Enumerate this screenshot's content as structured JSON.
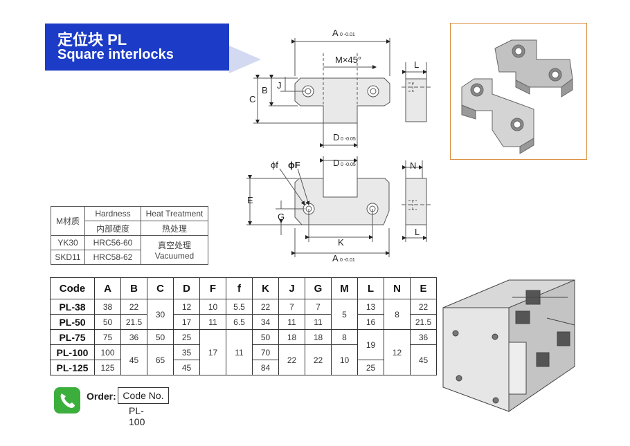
{
  "header": {
    "title_cn": "定位块 PL",
    "title_en": "Square interlocks"
  },
  "drawing_labels": {
    "A_top": "A",
    "A_tol": "0 -0.01",
    "M": "M×45°",
    "L": "L",
    "J": "J",
    "B": "B",
    "C": "C",
    "D1": "D",
    "D_tol": "0 -0.05",
    "D2": "D",
    "phi_f": "ϕf",
    "phi_F": "ϕF",
    "N": "N",
    "E": "E",
    "G": "G",
    "K": "K",
    "L2": "L",
    "A_bottom": "A"
  },
  "material_table": {
    "col_material": "M材质",
    "col_hardness": "Hardness",
    "col_hardness_cn": "内部硬度",
    "col_heat": "Heat Treatment",
    "col_heat_cn": "热处理",
    "rows": [
      {
        "material": "YK30",
        "hardness": "HRC56-60"
      },
      {
        "material": "SKD11",
        "hardness": "HRC58-62"
      }
    ],
    "heat_cn": "真空处理",
    "heat_en": "Vacuumed"
  },
  "spec_table": {
    "headers": [
      "Code",
      "A",
      "B",
      "C",
      "D",
      "F",
      "f",
      "K",
      "J",
      "G",
      "M",
      "L",
      "N",
      "E"
    ],
    "codes": [
      "PL-38",
      "PL-50",
      "PL-75",
      "PL-100",
      "PL-125"
    ],
    "A": [
      "38",
      "50",
      "75",
      "100",
      "125"
    ],
    "B": [
      "22",
      "21.5",
      "36",
      "45"
    ],
    "C": [
      "30",
      "50",
      "65"
    ],
    "D": [
      "12",
      "17",
      "25",
      "35",
      "45"
    ],
    "F": [
      "10",
      "11",
      "17"
    ],
    "f": [
      "5.5",
      "6.5",
      "11"
    ],
    "K": [
      "22",
      "34",
      "50",
      "70",
      "84"
    ],
    "J": [
      "7",
      "11",
      "18",
      "22"
    ],
    "G": [
      "7",
      "11",
      "18",
      "22"
    ],
    "M": [
      "5",
      "8",
      "10"
    ],
    "L": [
      "13",
      "16",
      "19",
      "25"
    ],
    "N": [
      "8",
      "12"
    ],
    "E": [
      "22",
      "21.5",
      "36",
      "45"
    ]
  },
  "order": {
    "label": "Order:",
    "code_label": "Code No.",
    "code_value": "PL-100"
  },
  "colors": {
    "banner": "#1c3cc8",
    "photo_border": "#d98b3a",
    "phone": "#3cae3c"
  }
}
